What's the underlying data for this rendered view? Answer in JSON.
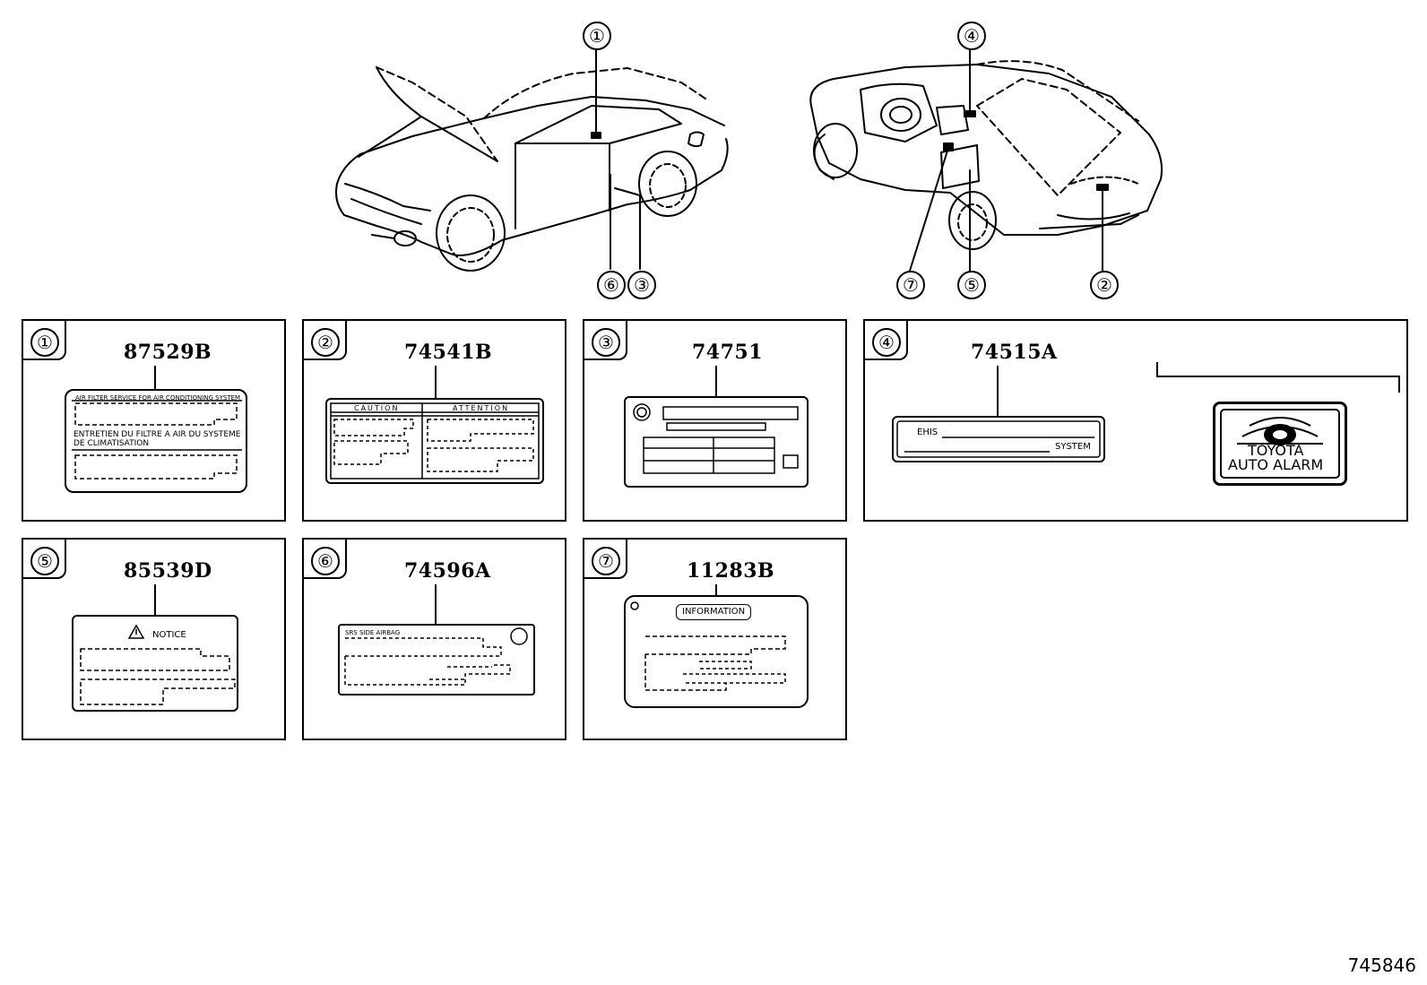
{
  "callouts": {
    "c1": "①",
    "c2": "②",
    "c3": "③",
    "c4": "④",
    "c5": "⑤",
    "c6": "⑥",
    "c7": "⑦"
  },
  "panels": {
    "p1": {
      "num": "①",
      "part": "87529B",
      "line1": "AIR FILTER SERVICE FOR AIR CONDITIONING SYSTEM",
      "line2": "ENTRETIEN DU FILTRE A AIR DU SYSTEME",
      "line3": "DE CLIMATISATION"
    },
    "p2": {
      "num": "②",
      "part": "74541B",
      "caution": "CAUTION",
      "attention": "ATTENTION"
    },
    "p3": {
      "num": "③",
      "part": "74751"
    },
    "p4": {
      "num": "④",
      "part": "74515A",
      "ehis": "EHIS",
      "system": "SYSTEM",
      "alarm1": "TOYOTA",
      "alarm2": "AUTO ALARM"
    },
    "p5": {
      "num": "⑤",
      "part": "85539D",
      "notice": "NOTICE"
    },
    "p6": {
      "num": "⑥",
      "part": "74596A",
      "srs": "SRS SIDE AIRBAG"
    },
    "p7": {
      "num": "⑦",
      "part": "11283B",
      "info": "INFORMATION"
    }
  },
  "diagram_id": "745846"
}
